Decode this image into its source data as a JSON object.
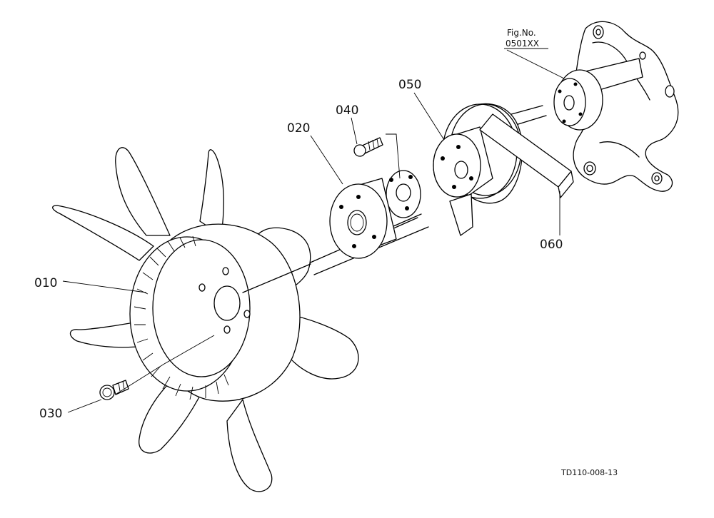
{
  "figure": {
    "fig_label": "Fig.No.",
    "fig_number": "0501XX",
    "drawing_code": "TD110-008-13"
  },
  "callouts": {
    "p010": "010",
    "p020": "020",
    "p030": "030",
    "p040": "040",
    "p050": "050",
    "p060": "060"
  }
}
